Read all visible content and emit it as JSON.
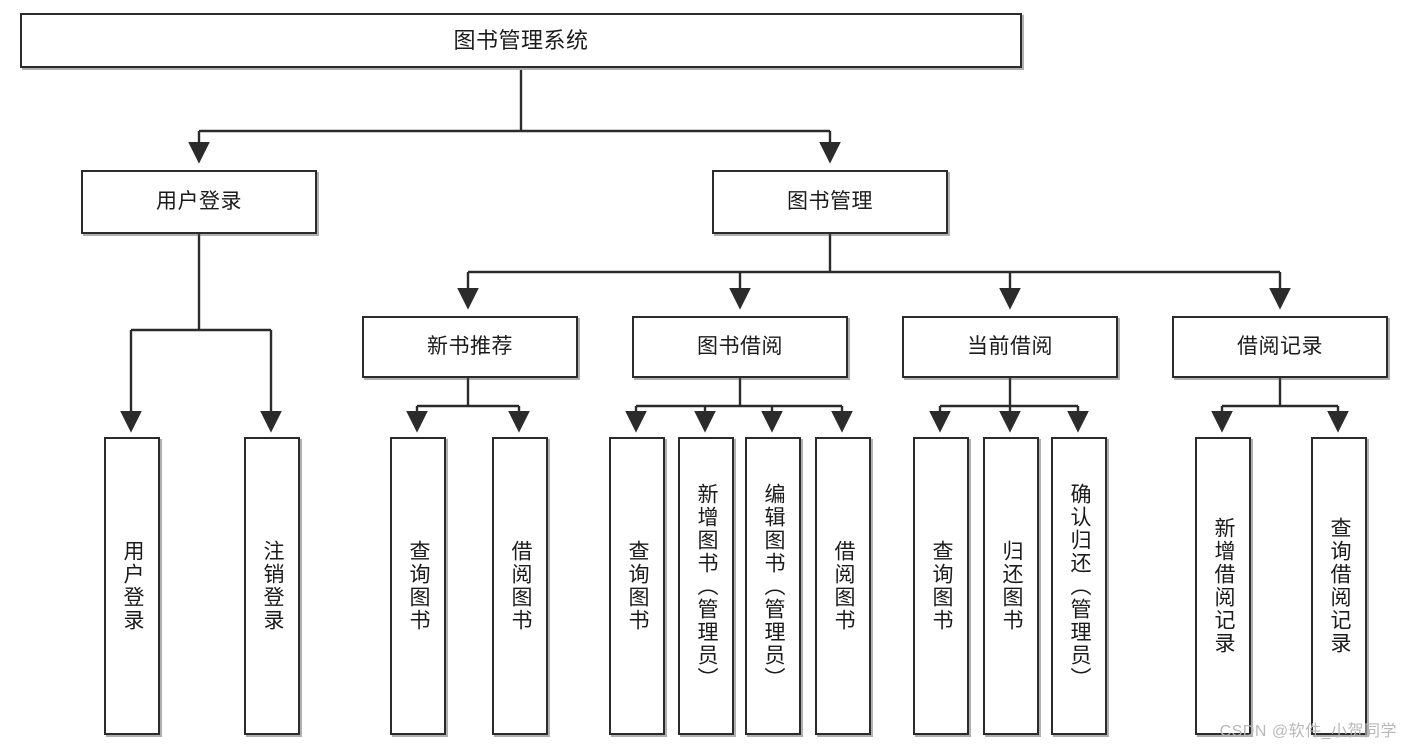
{
  "diagram": {
    "title": "图书管理系统",
    "type": "hierarchy-tree",
    "watermark": "CSDN @软件_小贺同学",
    "accent_color": "#2b2b2b",
    "background_color": "#ffffff"
  },
  "nodes": {
    "root": {
      "label": "图书管理系统"
    },
    "level1": [
      {
        "label": "用户登录"
      },
      {
        "label": "图书管理"
      }
    ],
    "level2": [
      {
        "label": "新书推荐"
      },
      {
        "label": "图书借阅"
      },
      {
        "label": "当前借阅"
      },
      {
        "label": "借阅记录"
      }
    ],
    "leaves_user_login": [
      {
        "label": "用户登录"
      },
      {
        "label": "注销登录"
      }
    ],
    "leaves_new_book": [
      {
        "label": "查询图书"
      },
      {
        "label": "借阅图书"
      }
    ],
    "leaves_borrow": [
      {
        "label": "查询图书"
      },
      {
        "label": "新增图书（管理员）"
      },
      {
        "label": "编辑图书（管理员）"
      },
      {
        "label": "借阅图书"
      }
    ],
    "leaves_current": [
      {
        "label": "查询图书"
      },
      {
        "label": "归还图书"
      },
      {
        "label": "确认归还（管理员）"
      }
    ],
    "leaves_records": [
      {
        "label": "新增借阅记录"
      },
      {
        "label": "查询借阅记录"
      }
    ]
  }
}
